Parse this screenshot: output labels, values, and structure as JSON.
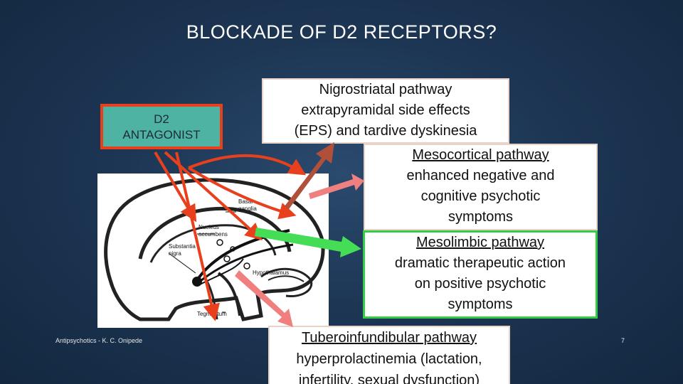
{
  "slide": {
    "title": "BLOCKADE OF  D2 RECEPTORS?",
    "antagonist": {
      "line1": "D2",
      "line2": "ANTAGONIST"
    },
    "brain_labels": {
      "basal": "Basal",
      "ganglia": "ganglia",
      "nucleus": "Nucleus",
      "accumbens": "accumbens",
      "substantia": "Substantia",
      "nigra": "nigra",
      "hypothalamus": "Hypothalamus",
      "tegmentum": "Tegmentum"
    },
    "pathways": {
      "nigrostriatal": {
        "head": "Nigrostriatal pathway",
        "line2": "extrapyramidal side effects",
        "line3": "(EPS) and tardive dyskinesia"
      },
      "mesocortical": {
        "head": "Mesocortical pathway",
        "line2": "enhanced negative and",
        "line3": "cognitive psychotic",
        "line4": "symptoms"
      },
      "mesolimbic": {
        "head": "Mesolimbic pathway",
        "line2": "dramatic therapeutic action",
        "line3": "on positive psychotic",
        "line4": "symptoms"
      },
      "tuberoinfundibular": {
        "head": "Tuberoinfundibular pathway",
        "line2": "hyperprolactinemia (lactation,",
        "line3": "infertility, sexual dysfunction)"
      }
    },
    "footer": "Antipsychotics - K. C. Onipede",
    "page_number": "7",
    "colors": {
      "accent_red": "#e8401c",
      "teal": "#4fb3a3",
      "arrow_green": "#44dd55",
      "arrow_pink": "#f08080",
      "arrow_brown": "#b0503a"
    }
  }
}
